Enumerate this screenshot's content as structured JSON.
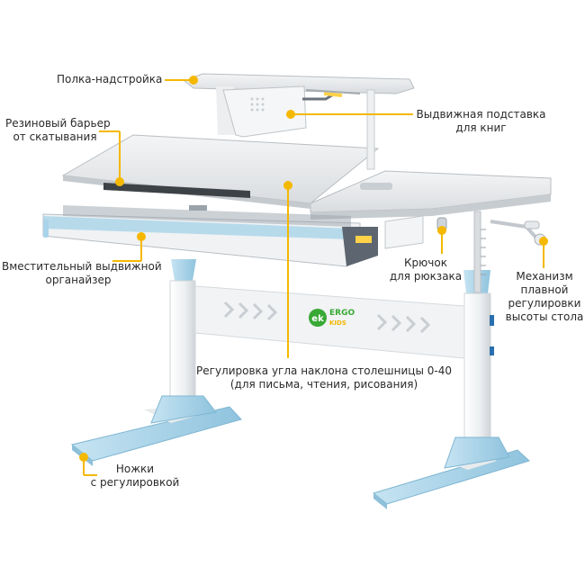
{
  "labels": {
    "shelf": [
      "Полка-надстройка"
    ],
    "barrier": [
      "Резиновый барьер",
      "от скатывания"
    ],
    "book_stand": [
      "Выдвижная подставка",
      "для книг"
    ],
    "organizer": [
      "Вместительный выдвижной",
      "органайзер"
    ],
    "hook": [
      "Крючок",
      "для рюкзака"
    ],
    "mechanism": [
      "Механизм",
      "плавной",
      "регулировки",
      "высоты стола"
    ],
    "tilt": [
      "Регулировка угла наклона столешницы 0-40",
      "(для письма, чтения, рисования)"
    ],
    "legs": [
      "Ножки",
      "с регулировкой"
    ]
  },
  "logo": {
    "mark": "ek",
    "word1": "ERGO",
    "word2": "KIDS"
  },
  "colors": {
    "accent_callout": "#f5b800",
    "frame_blue": "#a9d3e8",
    "frame_white": "#eef0f2",
    "logo_green": "#39a935",
    "text": "#2a2a2a"
  }
}
